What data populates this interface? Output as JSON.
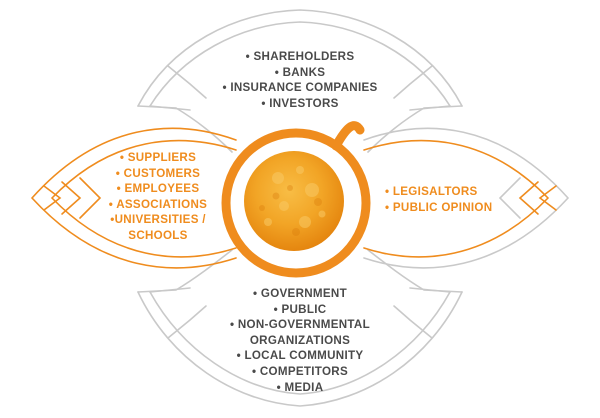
{
  "colors": {
    "accent": "#ef8c1e",
    "sun_light": "#f6b437",
    "sun_dark": "#e78a12",
    "outline_grey": "#c9c9c9",
    "text_grey": "#4a4a4a"
  },
  "groups": {
    "top": [
      {
        "text": "• SHAREHOLDERS"
      },
      {
        "text": "• BANKS"
      },
      {
        "text": "• INSURANCE COMPANIES"
      },
      {
        "text": "• INVESTORS"
      }
    ],
    "left": [
      {
        "text": "• SUPPLIERS"
      },
      {
        "text": "• CUSTOMERS"
      },
      {
        "text": "• EMPLOYEES"
      },
      {
        "text": "• ASSOCIATIONS"
      },
      {
        "text": "•UNIVERSITIES /"
      },
      {
        "text": "SCHOOLS"
      }
    ],
    "right": [
      {
        "text": "• LEGISALTORS"
      },
      {
        "text": "• PUBLIC OPINION"
      }
    ],
    "bottom": [
      {
        "text": "• GOVERNMENT"
      },
      {
        "text": "• PUBLIC"
      },
      {
        "text": "• NON-GOVERNMENTAL"
      },
      {
        "text": "ORGANIZATIONS"
      },
      {
        "text": "• LOCAL COMMUNITY"
      },
      {
        "text": "• COMPETITORS"
      },
      {
        "text": "• MEDIA"
      }
    ]
  }
}
